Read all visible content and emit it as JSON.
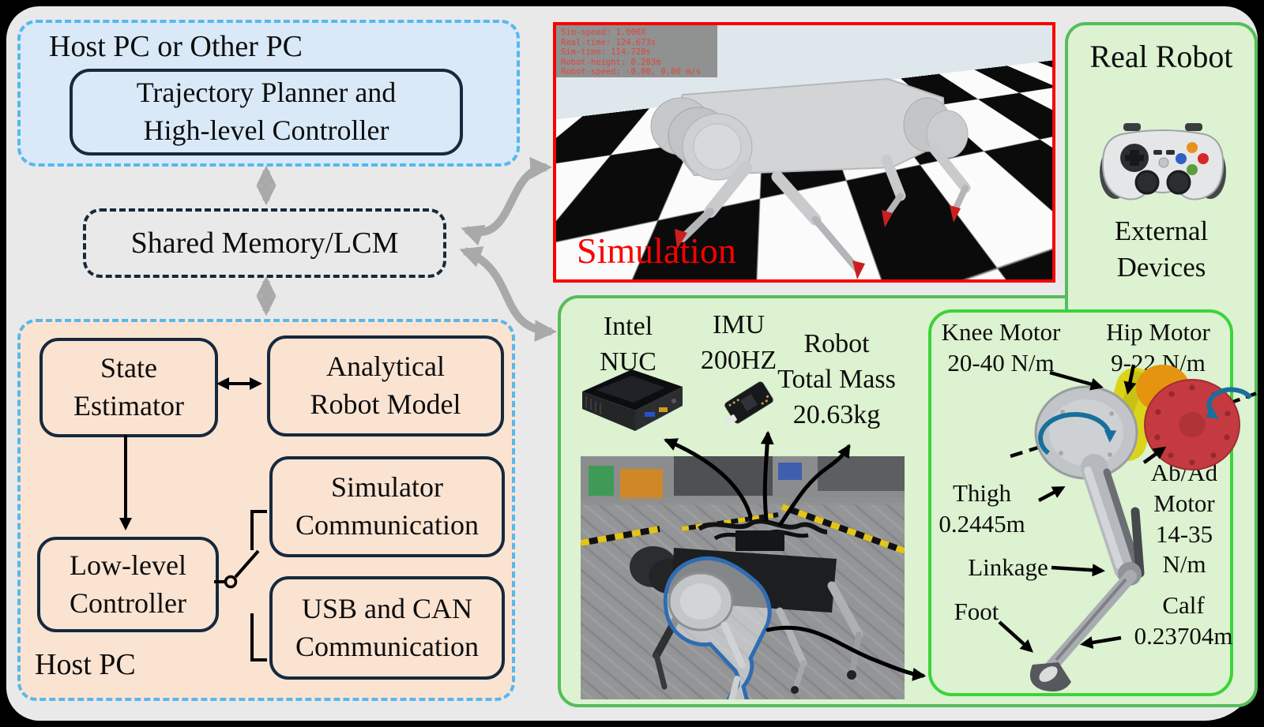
{
  "figure": {
    "host_other_pc": {
      "title": "Host PC or Other PC",
      "planner": "Trajectory Planner and\nHigh-level Controller"
    },
    "shared_memory": {
      "label": "Shared Memory/LCM"
    },
    "host_pc": {
      "title": "Host PC",
      "state_estimator": "State\nEstimator",
      "analytical_model": "Analytical\nRobot Model",
      "low_level_controller": "Low-level\nController",
      "simulator_comm": "Simulator\nCommunication",
      "usb_can_comm": "USB and CAN\nCommunication"
    },
    "simulation": {
      "label": "Simulation",
      "hud": [
        "Sim-speed:    1.000X",
        "Real-time:  124.673s",
        "Sim-time:   114.720s",
        "Robot-height:  0.283m",
        "Robot-speed: -0.00, 0.00 m/s"
      ]
    },
    "real_robot": {
      "title": "Real Robot",
      "external_devices": "External\nDevices"
    },
    "hardware": {
      "intel_nuc": "Intel\nNUC",
      "imu": "IMU\n200HZ",
      "robot_mass": "Robot\nTotal Mass\n20.63kg"
    },
    "leg": {
      "knee_motor": "Knee Motor\n20-40 N/m",
      "hip_motor": "Hip Motor\n9-22 N/m",
      "thigh": "Thigh\n0.2445m",
      "abad_motor": "Ab/Ad\nMotor\n14-35 N/m",
      "linkage": "Linkage",
      "foot": "Foot",
      "calf": "Calf\n0.23704m"
    },
    "colors": {
      "accent_cyan_dashed": "#57b8ec",
      "navy_border": "#16293d",
      "light_blue_fill": "#d9e9f8",
      "peach_fill": "#fbe3d2",
      "green_fill": "#dcf2d0",
      "green_border": "#55bd5b",
      "leg_box_border": "#3bd33b",
      "sim_border": "#ff0000",
      "hud_text": "#e0453a",
      "arrow_gray": "#a9a9a9"
    }
  }
}
